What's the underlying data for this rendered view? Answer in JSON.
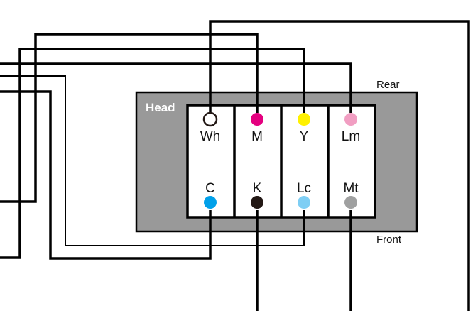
{
  "labels": {
    "head": "Head",
    "rear": "Rear",
    "front": "Front"
  },
  "rear_nozzles": [
    {
      "label": "Wh",
      "color": "#ffffff",
      "outlined": true
    },
    {
      "label": "M",
      "color": "#e4007f",
      "outlined": false
    },
    {
      "label": "Y",
      "color": "#fff100",
      "outlined": false
    },
    {
      "label": "Lm",
      "color": "#f19ec2",
      "outlined": false
    }
  ],
  "front_nozzles": [
    {
      "label": "C",
      "color": "#00a0e9",
      "outlined": false
    },
    {
      "label": "K",
      "color": "#231815",
      "outlined": false
    },
    {
      "label": "Lc",
      "color": "#7ecef4",
      "outlined": false
    },
    {
      "label": "Mt",
      "color": "#9fa0a0",
      "outlined": false
    }
  ],
  "colors": {
    "head_fill": "#999999",
    "panel_fill": "#ffffff",
    "wire": "#000000"
  }
}
